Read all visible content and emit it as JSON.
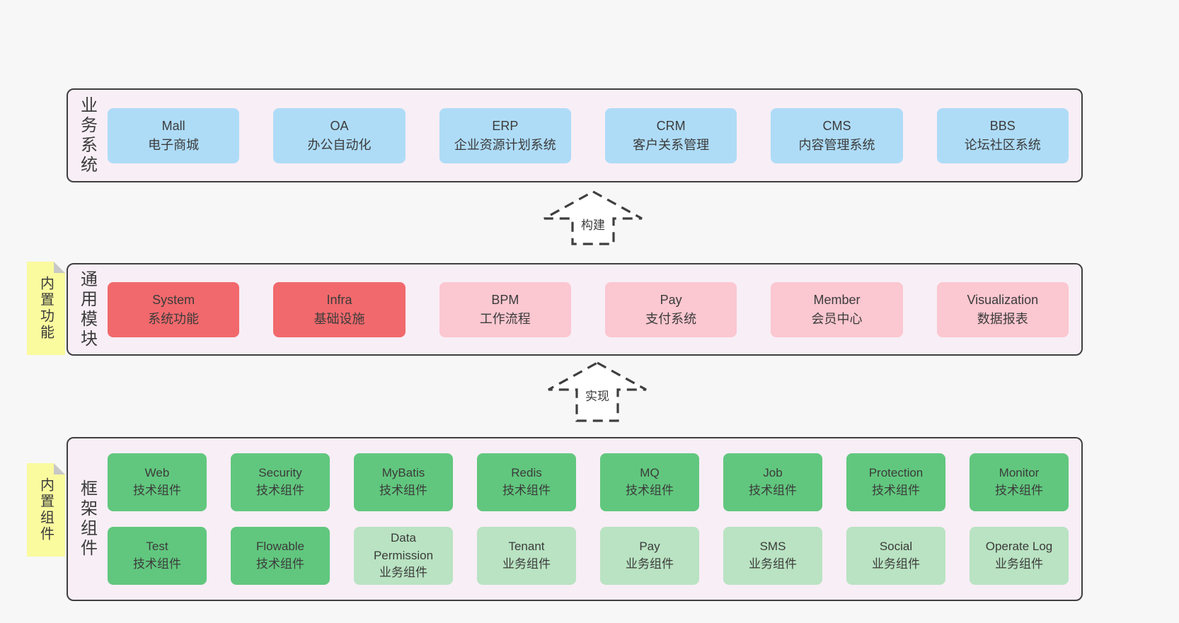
{
  "colors": {
    "page_bg": "#f7f7f7",
    "layer_bg": "#f8eef6",
    "layer_border": "#3f3f3f",
    "text": "#3b3b3b",
    "blue": "#aedcf7",
    "red": "#f1696c",
    "pink": "#fbc7d0",
    "green": "#61c77e",
    "green_light": "#b9e3c2",
    "yellow": "#fafa9e",
    "fold": "#c8c8c8"
  },
  "arrows": [
    {
      "label": "构建"
    },
    {
      "label": "实现"
    }
  ],
  "layers": [
    {
      "label": "业务系统",
      "boxes": [
        {
          "name": "Mall",
          "desc": "电子商城"
        },
        {
          "name": "OA",
          "desc": "办公自动化"
        },
        {
          "name": "ERP",
          "desc": "企业资源计划系统"
        },
        {
          "name": "CRM",
          "desc": "客户关系管理"
        },
        {
          "name": "CMS",
          "desc": "内容管理系统"
        },
        {
          "name": "BBS",
          "desc": "论坛社区系统"
        }
      ]
    },
    {
      "label": "通用模块",
      "note": "内置功能",
      "boxes": [
        {
          "name": "System",
          "desc": "系统功能"
        },
        {
          "name": "Infra",
          "desc": "基础设施"
        },
        {
          "name": "BPM",
          "desc": "工作流程"
        },
        {
          "name": "Pay",
          "desc": "支付系统"
        },
        {
          "name": "Member",
          "desc": "会员中心"
        },
        {
          "name": "Visualization",
          "desc": "数据报表"
        }
      ]
    },
    {
      "label": "框架组件",
      "note": "内置组件",
      "rows": [
        [
          {
            "name": "Web",
            "desc": "技术组件"
          },
          {
            "name": "Security",
            "desc": "技术组件"
          },
          {
            "name": "MyBatis",
            "desc": "技术组件"
          },
          {
            "name": "Redis",
            "desc": "技术组件"
          },
          {
            "name": "MQ",
            "desc": "技术组件"
          },
          {
            "name": "Job",
            "desc": "技术组件"
          },
          {
            "name": "Protection",
            "desc": "技术组件"
          },
          {
            "name": "Monitor",
            "desc": "技术组件"
          }
        ],
        [
          {
            "name": "Test",
            "desc": "技术组件"
          },
          {
            "name": "Flowable",
            "desc": "技术组件"
          },
          {
            "name": "Data Permission",
            "desc": "业务组件"
          },
          {
            "name": "Tenant",
            "desc": "业务组件"
          },
          {
            "name": "Pay",
            "desc": "业务组件"
          },
          {
            "name": "SMS",
            "desc": "业务组件"
          },
          {
            "name": "Social",
            "desc": "业务组件"
          },
          {
            "name": "Operate Log",
            "desc": "业务组件"
          }
        ]
      ]
    }
  ]
}
